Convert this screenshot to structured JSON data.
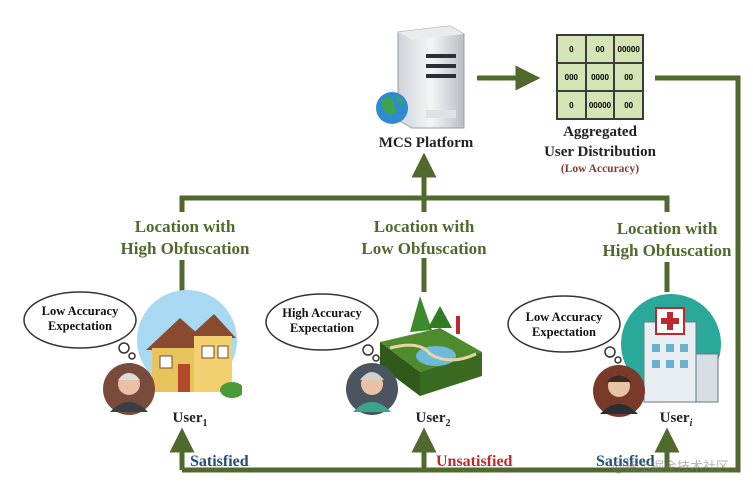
{
  "platform": {
    "label": "MCS Platform"
  },
  "aggregate": {
    "title_line1": "Aggregated",
    "title_line2": "User Distribution",
    "note": "(Low Accuracy)",
    "grid": [
      [
        "0",
        "00",
        "00000"
      ],
      [
        "000",
        "0000",
        "00"
      ],
      [
        "0",
        "00000",
        "00"
      ]
    ]
  },
  "locations": {
    "left": {
      "line1": "Location with",
      "line2": "High Obfuscation"
    },
    "middle": {
      "line1": "Location with",
      "line2": "Low Obfuscation"
    },
    "right": {
      "line1": "Location with",
      "line2": "High Obfuscation"
    }
  },
  "users": [
    {
      "name": "User",
      "sub": "1",
      "bubble_line1": "Low Accuracy",
      "bubble_line2": "Expectation",
      "status": "Satisfied",
      "status_color": "#1f4e79"
    },
    {
      "name": "User",
      "sub": "2",
      "bubble_line1": "High Accuracy",
      "bubble_line2": "Expectation",
      "status": "Unsatisfied",
      "status_color": "#c0282d"
    },
    {
      "name": "User",
      "sub": "i",
      "bubble_line1": "Low Accuracy",
      "bubble_line2": "Expectation",
      "status": "Satisfied",
      "status_color": "#1f4e79"
    }
  ],
  "watermark": "@稀土掘金技术社区",
  "colors": {
    "arrow": "#4f6a2c",
    "grid_bg": "#d5e4b5"
  }
}
